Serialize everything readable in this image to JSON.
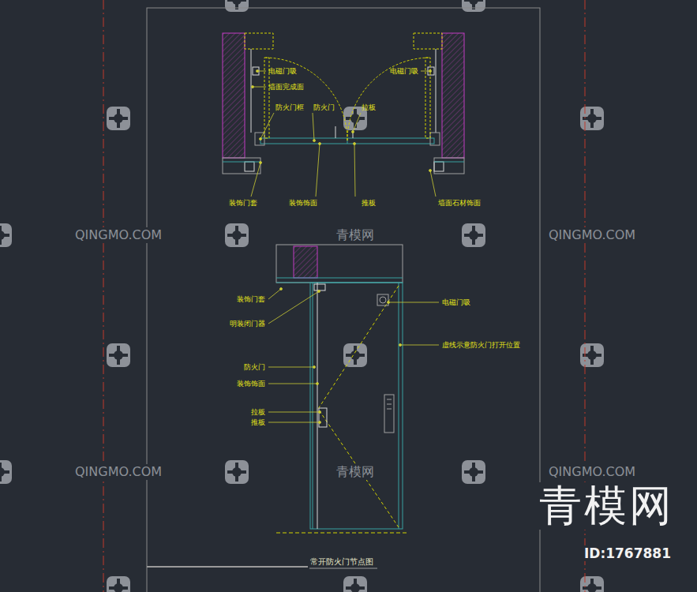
{
  "diagram": {
    "caption": "常开防火门节点图",
    "labels": [
      "电磁门吸",
      "墙面完成面",
      "防火门框",
      "防火门",
      "拉板",
      "电磁门吸",
      "装饰门套",
      "装饰饰面",
      "推板",
      "墙面石材饰面",
      "装饰门套",
      "明装闭门器",
      "防火门",
      "装饰饰面",
      "拉板",
      "推板",
      "电磁门吸",
      "虚线示意防火门打开位置",
      "QINGMO.COM",
      "青模网",
      "QINGMO.COM",
      "QINGMO.COM",
      "青模网",
      "QINGMO.COM",
      "青模网",
      "ID:1767881"
    ]
  }
}
